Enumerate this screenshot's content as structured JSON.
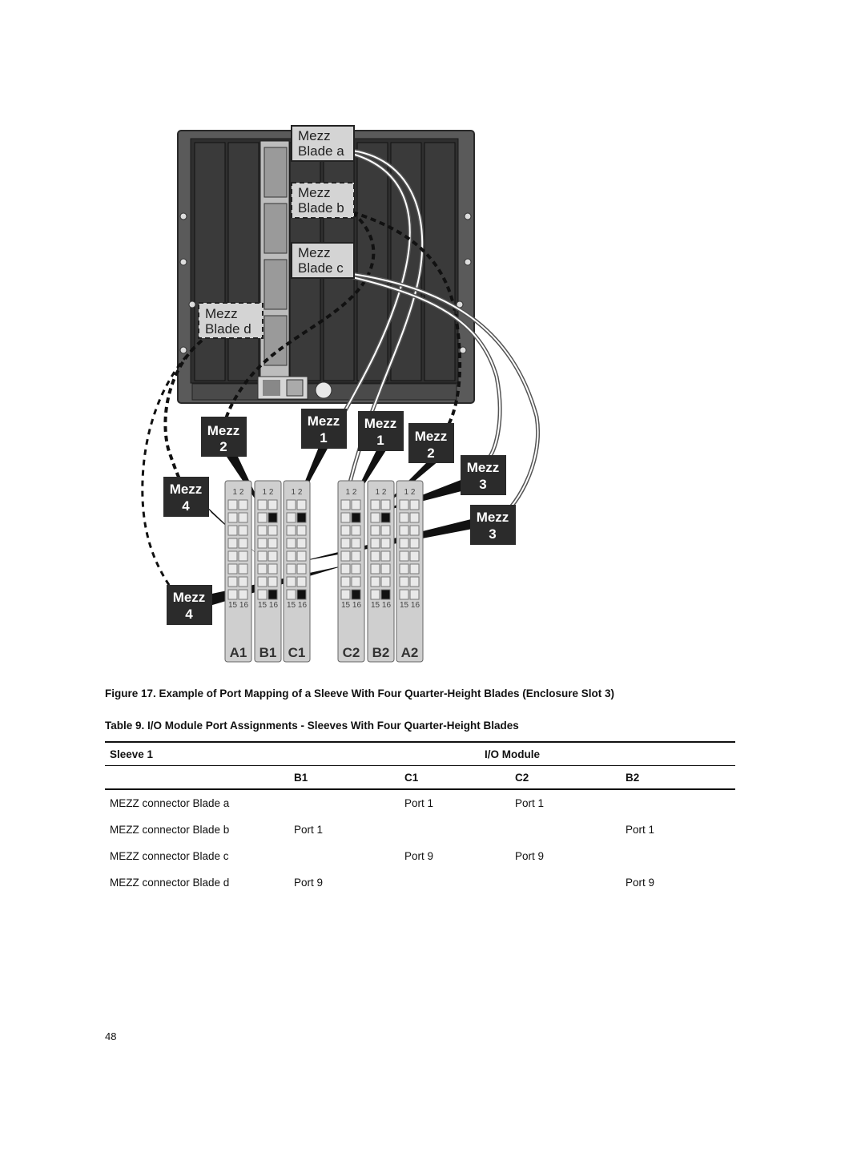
{
  "figure": {
    "blade_labels": [
      {
        "id": "a",
        "line1": "Mezz",
        "line2": "Blade a"
      },
      {
        "id": "b",
        "line1": "Mezz",
        "line2": "Blade b"
      },
      {
        "id": "c",
        "line1": "Mezz",
        "line2": "Blade c"
      },
      {
        "id": "d",
        "line1": "Mezz",
        "line2": "Blade d"
      }
    ],
    "mezz_callouts": [
      {
        "id": "mezz2-left",
        "line1": "Mezz",
        "line2": "2"
      },
      {
        "id": "mezz1-left",
        "line1": "Mezz",
        "line2": "1"
      },
      {
        "id": "mezz1-right",
        "line1": "Mezz",
        "line2": "1"
      },
      {
        "id": "mezz2-right",
        "line1": "Mezz",
        "line2": "2"
      },
      {
        "id": "mezz3-upper",
        "line1": "Mezz",
        "line2": "3"
      },
      {
        "id": "mezz4-upper",
        "line1": "Mezz",
        "line2": "4"
      },
      {
        "id": "mezz3-lower",
        "line1": "Mezz",
        "line2": "3"
      },
      {
        "id": "mezz4-lower",
        "line1": "Mezz",
        "line2": "4"
      }
    ],
    "io_modules": [
      "A1",
      "B1",
      "C1",
      "C2",
      "B2",
      "A2"
    ],
    "port_top_label": "1 2",
    "port_bottom_label": "15 16"
  },
  "figure_caption": "Figure 17. Example of Port Mapping of a Sleeve With Four Quarter-Height Blades (Enclosure Slot 3)",
  "table_caption": "Table 9. I/O Module Port Assignments - Sleeves With Four Quarter-Height Blades",
  "table": {
    "sleeve_header": "Sleeve 1",
    "module_header": "I/O Module",
    "columns": [
      "B1",
      "C1",
      "C2",
      "B2"
    ],
    "rows": [
      {
        "label": "MEZZ connector Blade a",
        "cells": [
          "",
          "Port 1",
          "Port 1",
          ""
        ]
      },
      {
        "label": "MEZZ connector Blade b",
        "cells": [
          "Port 1",
          "",
          "",
          "Port 1"
        ]
      },
      {
        "label": "MEZZ connector Blade c",
        "cells": [
          "",
          "Port 9",
          "Port 9",
          ""
        ]
      },
      {
        "label": "MEZZ connector Blade d",
        "cells": [
          "Port 9",
          "",
          "",
          "Port 9"
        ]
      }
    ]
  },
  "page_number": "48"
}
